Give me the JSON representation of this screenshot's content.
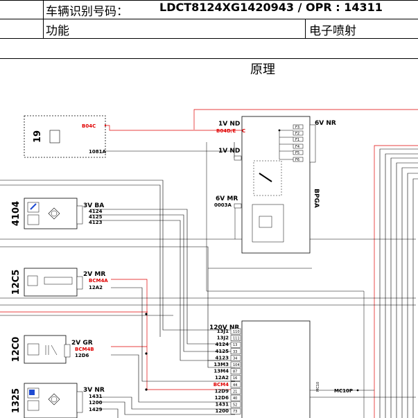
{
  "header": {
    "vin_label": "车辆识别号码：",
    "vin_value": "LDCT8124XG1420943 / OPR : 14311",
    "function_label": "功能",
    "function_value": "电子喷射"
  },
  "section_title": "原理",
  "components": {
    "c19": {
      "code": "19",
      "pin_label": "B04C",
      "wire": "1081A"
    },
    "bpga": {
      "code": "BPGA",
      "conn1": "1V ND",
      "conn1_wire": "B04D/E",
      "conn1_pin": "C",
      "conn2": "1V ND",
      "conn3": "6V NR",
      "conn4": "6V MR",
      "conn4_wire": "0003A",
      "fuses": [
        "F3",
        "F2",
        "F1",
        "F4",
        "F5",
        "F6"
      ]
    },
    "c4104": {
      "code": "4104",
      "conn": "3V BA",
      "wires": [
        "4124",
        "4125",
        "4123"
      ]
    },
    "c12c5": {
      "code": "12C5",
      "conn": "2V MR",
      "wires": [
        "BCM4A",
        "12A2"
      ]
    },
    "c12c0": {
      "code": "12C0",
      "conn": "2V GR",
      "wires": [
        "BCM4B",
        "12D6"
      ]
    },
    "c1325": {
      "code": "1325",
      "conn": "3V NR",
      "wires": [
        "1431",
        "1200",
        "1429"
      ]
    },
    "ecu": {
      "conn": "120V NR",
      "rows": [
        {
          "wire": "13J1",
          "pin": "110"
        },
        {
          "wire": "13J2",
          "pin": "111"
        },
        {
          "wire": "4124",
          "pin": "13"
        },
        {
          "wire": "4125",
          "pin": "33"
        },
        {
          "wire": "4123",
          "pin": "34"
        },
        {
          "wire": "13M3",
          "pin": "104"
        },
        {
          "wire": "13M4",
          "pin": "87"
        },
        {
          "wire": "12A2",
          "pin": "16"
        },
        {
          "wire": "BCM4",
          "pin": "44"
        },
        {
          "wire": "12D9",
          "pin": "21"
        },
        {
          "wire": "12D6",
          "pin": "40"
        },
        {
          "wire": "1431",
          "pin": "52"
        },
        {
          "wire": "1200",
          "pin": "73"
        }
      ]
    },
    "mc10": {
      "code": "MC10",
      "wire": "MC10P"
    }
  },
  "colors": {
    "wire_red": "#e00000",
    "wire_black": "#000000"
  }
}
